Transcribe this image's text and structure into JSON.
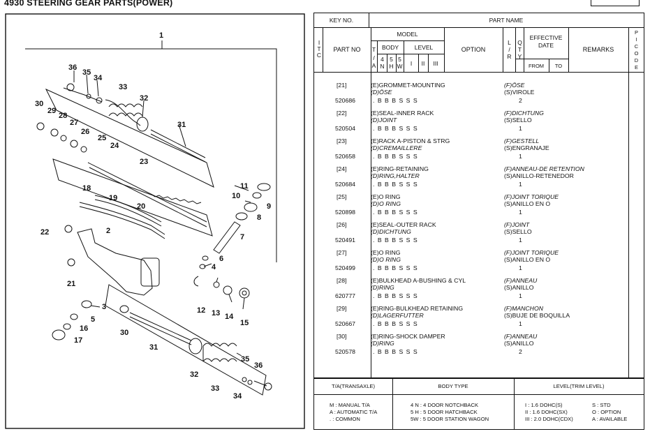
{
  "page": {
    "title": "4930  STEERING GEAR PARTS(POWER)"
  },
  "diagram": {
    "labels": [
      "1",
      "2",
      "3",
      "4",
      "5",
      "6",
      "7",
      "8",
      "9",
      "10",
      "11",
      "12",
      "13",
      "14",
      "15",
      "16",
      "17",
      "18",
      "19",
      "20",
      "21",
      "22",
      "23",
      "24",
      "25",
      "26",
      "27",
      "28",
      "29",
      "30",
      "31",
      "32",
      "33",
      "34",
      "35",
      "36",
      "30",
      "31",
      "32",
      "33",
      "34",
      "35",
      "36"
    ]
  },
  "table": {
    "headers": {
      "key_no": "KEY NO.",
      "part_name": "PART NAME",
      "itc": [
        "I",
        "T",
        "C"
      ],
      "part_no": "PART NO",
      "model": "MODEL",
      "ta": [
        "T",
        "/",
        "A"
      ],
      "body": "BODY",
      "body_codes": [
        "4",
        "N",
        "5",
        "H",
        "5",
        "W"
      ],
      "level": "LEVEL",
      "level_codes": [
        "I",
        "II",
        "III"
      ],
      "option": "OPTION",
      "lr": [
        "L",
        "/",
        "R"
      ],
      "qty": [
        "Q",
        "T",
        "Y"
      ],
      "effective_date": "EFFECTIVE DATE",
      "from": "FROM",
      "to": "TO",
      "remarks": "REMARKS",
      "picode": [
        "P",
        "I",
        "C",
        "O",
        "D",
        "E"
      ]
    },
    "rows": [
      {
        "key": "[21]",
        "part_no": "520686",
        "e": "(E)GROMMET-MOUNTING",
        "d": "(D)ÖSE",
        "f": "(F)ÖSE",
        "s": "(S)VIROLE",
        "codes": ".  B B B S S S",
        "qty": "2"
      },
      {
        "key": "[22]",
        "part_no": "520504",
        "e": "(E)SEAL-INNER RACK",
        "d": "(D)JOINT",
        "f": "(F)DICHTUNG",
        "s": "(S)SELLO",
        "codes": ".  B B B S S S",
        "qty": "1"
      },
      {
        "key": "[23]",
        "part_no": "520658",
        "e": "(E)RACK A-PISTON & STRG",
        "d": "(D)CREMAILLERE",
        "f": "(F)GESTELL",
        "s": "(S)ENGRANAJE",
        "codes": ".  B B B S S S",
        "qty": "1"
      },
      {
        "key": "[24]",
        "part_no": "520684",
        "e": "(E)RING-RETAINING",
        "d": "(D)RING,HALTER",
        "f": "(F)ANNEAU-DE RETENTION",
        "s": "(S)ANILLO-RETENEDOR",
        "codes": ".  B B B S S S",
        "qty": "1"
      },
      {
        "key": "[25]",
        "part_no": "520898",
        "e": "(E)O RING",
        "d": "(D)O RING",
        "f": "(F)JOINT TORIQUE",
        "s": "(S)ANILLO EN O",
        "codes": ".  B B B S S S",
        "qty": "1"
      },
      {
        "key": "[26]",
        "part_no": "520491",
        "e": "(E)SEAL-OUTER RACK",
        "d": "(D)DICHTUNG",
        "f": "(F)JOINT",
        "s": "(S)SELLO",
        "codes": ".  B B B S S S",
        "qty": "1"
      },
      {
        "key": "[27]",
        "part_no": "520499",
        "e": "(E)O RING",
        "d": "(D)O RING",
        "f": "(F)JOINT TORIQUE",
        "s": "(S)ANILLO EN O",
        "codes": ".  B B B S S S",
        "qty": "1"
      },
      {
        "key": "[28]",
        "part_no": "620777",
        "e": "(E)BULKHEAD A-BUSHING & CYL",
        "d": "(D)RING",
        "f": "(F)ANNEAU",
        "s": "(S)ANILLO",
        "codes": ".  B B B S S S",
        "qty": "1"
      },
      {
        "key": "[29]",
        "part_no": "520667",
        "e": "(E)RING-BULKHEAD RETAINING",
        "d": "(D)LAGERFUTTER",
        "f": "(F)MANCHON",
        "s": "(S)BUJE DE BOQUILLA",
        "codes": ".  B B B S S S",
        "qty": "1"
      },
      {
        "key": "[30]",
        "part_no": "520578",
        "e": "(E)RING-SHOCK DAMPER",
        "d": "(D)RING",
        "f": "(F)ANNEAU",
        "s": "(S)ANILLO",
        "codes": ".  B B B S S S",
        "qty": "2"
      }
    ]
  },
  "legend": {
    "h1": "T/A(TRANSAXLE)",
    "h2": "BODY TYPE",
    "h3": "LEVEL(TRIM LEVEL)",
    "c1": [
      "M : MANUAL T/A",
      "A : AUTOMATIC T/A",
      "  . : COMMON"
    ],
    "c2": [
      "4 N : 4 DOOR NOTCHBACK",
      "5 H : 5 DOOR HATCHBACK",
      "5W : 5 DOOR STATION WAGON"
    ],
    "c3a": [
      "I   :  1.6 DOHC(S)",
      "II  :  1.6 DOHC(SX)",
      "III :  2.0 DOHC(CDX)"
    ],
    "c3b": [
      "S : STD",
      "O : OPTION",
      "A : AVAILABLE"
    ]
  }
}
